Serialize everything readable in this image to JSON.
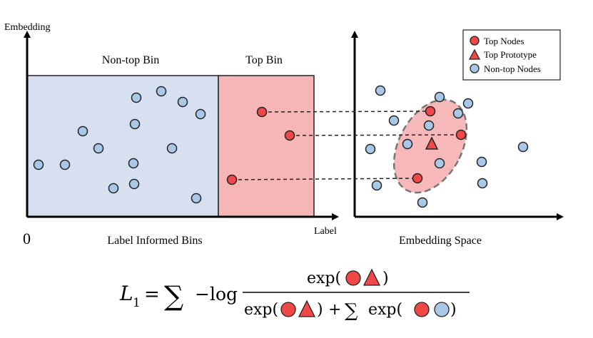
{
  "left_panel": {
    "y_axis_label": "Embedding",
    "x_axis_label": "Label",
    "origin_label": "0",
    "non_top_bin_label": "Non-top Bin",
    "top_bin_label": "Top Bin",
    "caption": "Label Informed Bins"
  },
  "right_panel": {
    "caption": "Embedding Space"
  },
  "legend": {
    "items": [
      {
        "label": "Top Nodes",
        "marker": "red-circle"
      },
      {
        "label": "Top Prototype",
        "marker": "red-triangle"
      },
      {
        "label": "Non-top Nodes",
        "marker": "blue-circle"
      }
    ]
  },
  "formula": {
    "lhs": "L",
    "subscript": "1",
    "equals": "=",
    "sum": "∑",
    "neg_log": "−log",
    "exp": "exp(",
    "close_paren": ")",
    "plus": "+"
  },
  "colors": {
    "non_top_bin_fill": "#d6e0f0",
    "top_bin_fill": "#f7b6b6",
    "top_node": "#f04848",
    "non_top_node": "#a9c8e8",
    "ellipse_fill": "#f6b8b8",
    "ellipse_stroke": "#777777",
    "axis": "#000000"
  }
}
